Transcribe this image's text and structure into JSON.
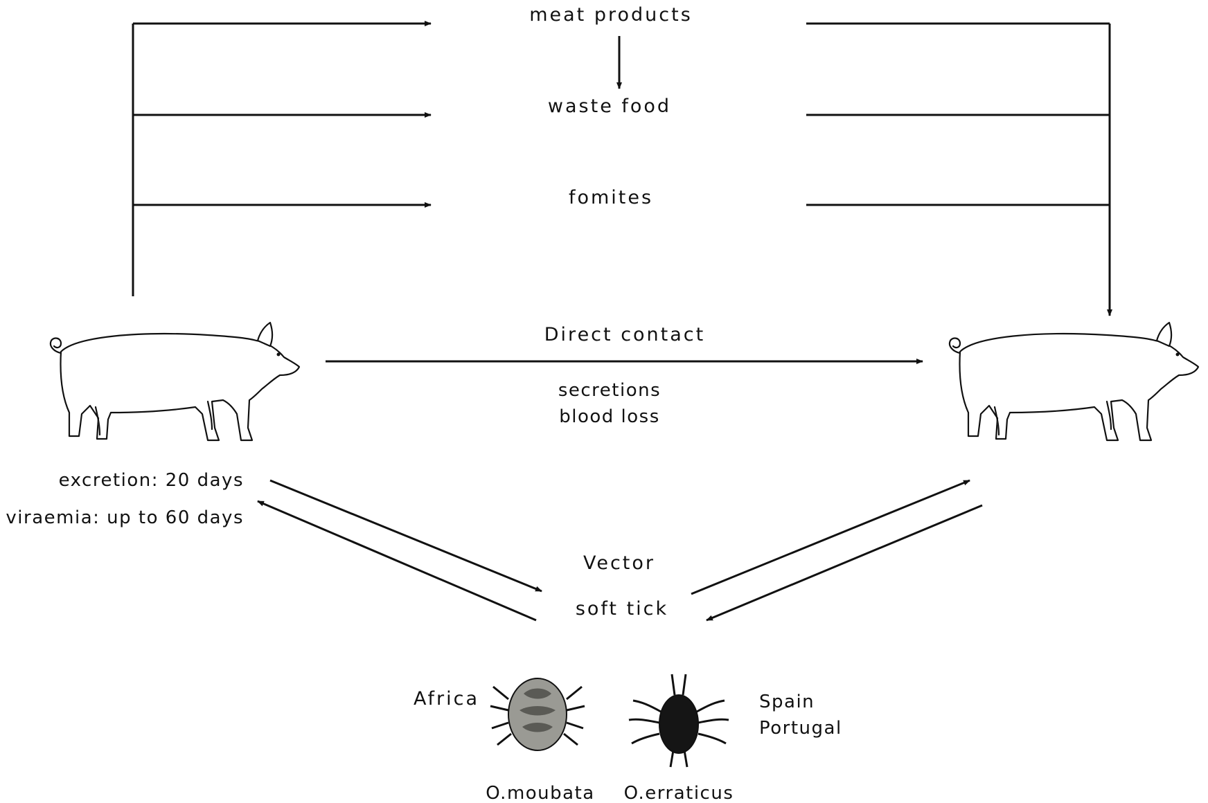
{
  "flows": {
    "meat_products": "meat products",
    "waste_food": "waste food",
    "fomites": "fomites"
  },
  "direct": {
    "title": "Direct contact",
    "line1": "secretions",
    "line2": "blood loss"
  },
  "donor": {
    "excretion": "excretion: 20 days",
    "viraemia": "viraemia: up to 60 days"
  },
  "vector": {
    "title": "Vector",
    "subtitle": "soft tick"
  },
  "regions": {
    "africa": "Africa",
    "iberia_line1": "Spain",
    "iberia_line2": "Portugal"
  },
  "species": {
    "moubata": "O.moubata",
    "erraticus": "O.erraticus"
  },
  "colors": {
    "ink": "#111111",
    "paper": "#ffffff",
    "tick_light": "#9a9a94",
    "tick_dark": "#151515"
  }
}
